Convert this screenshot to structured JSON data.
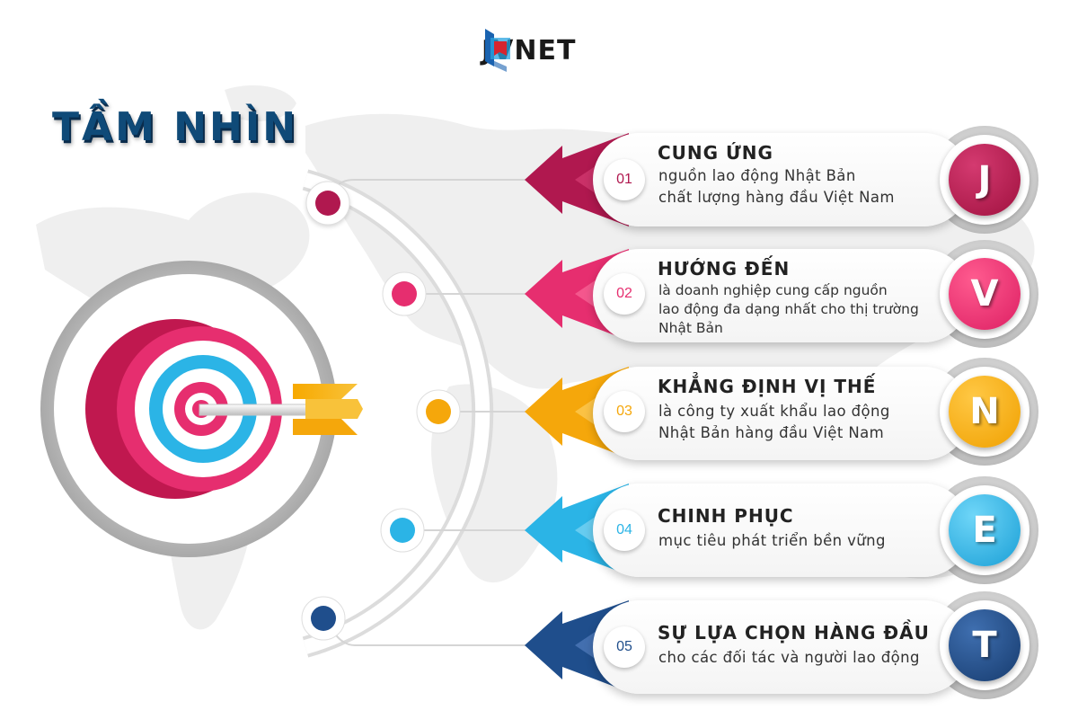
{
  "brand": {
    "name": "JVNET"
  },
  "heading": "TẦM NHÌN",
  "colors": {
    "title": "#0f4a78",
    "items": [
      "#b0184f",
      "#e62e6f",
      "#f5a70b",
      "#2bb4e6",
      "#1f4e8c"
    ]
  },
  "items": [
    {
      "number": "01",
      "title": "CUNG ỨNG",
      "lines": [
        "nguồn lao động Nhật Bản",
        "chất lượng hàng đầu Việt Nam"
      ],
      "letter": "J"
    },
    {
      "number": "02",
      "title": "HƯỚNG ĐẾN",
      "lines": [
        "là doanh nghiệp cung cấp nguồn",
        "lao động đa dạng nhất cho thị trường",
        "Nhật Bản"
      ],
      "letter": "V"
    },
    {
      "number": "03",
      "title": "KHẲNG ĐỊNH VỊ THẾ",
      "lines": [
        "là công ty xuất khẩu lao động",
        "Nhật Bản hàng đầu Việt Nam"
      ],
      "letter": "N"
    },
    {
      "number": "04",
      "title": "CHINH PHỤC",
      "lines": [
        "mục tiêu phát triển bền vững"
      ],
      "letter": "E"
    },
    {
      "number": "05",
      "title": "SỰ LỰA CHỌN HÀNG ĐẦU",
      "lines": [
        "cho các đối tác và người lao động"
      ],
      "letter": "T"
    }
  ]
}
